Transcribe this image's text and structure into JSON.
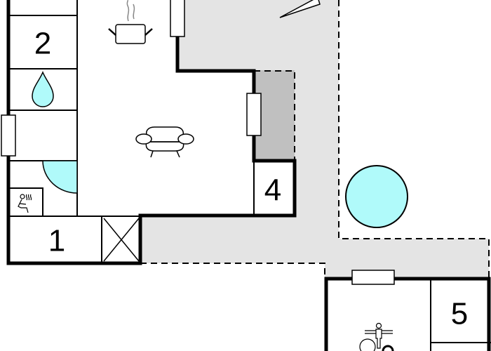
{
  "rooms": {
    "room_1": "1",
    "room_2": "2",
    "room_4": "4",
    "room_5": "5"
  },
  "icons": [
    "cooking-pot-icon",
    "water-drop-icon",
    "sofa-icon",
    "sauna-icon",
    "compass-arrow-icon",
    "pool-icon",
    "fitness-icon"
  ],
  "colors": {
    "terrace": "#e4e4e4",
    "covered_area": "#c0c0c0",
    "water": "#b0fafa",
    "wall": "#000000"
  }
}
